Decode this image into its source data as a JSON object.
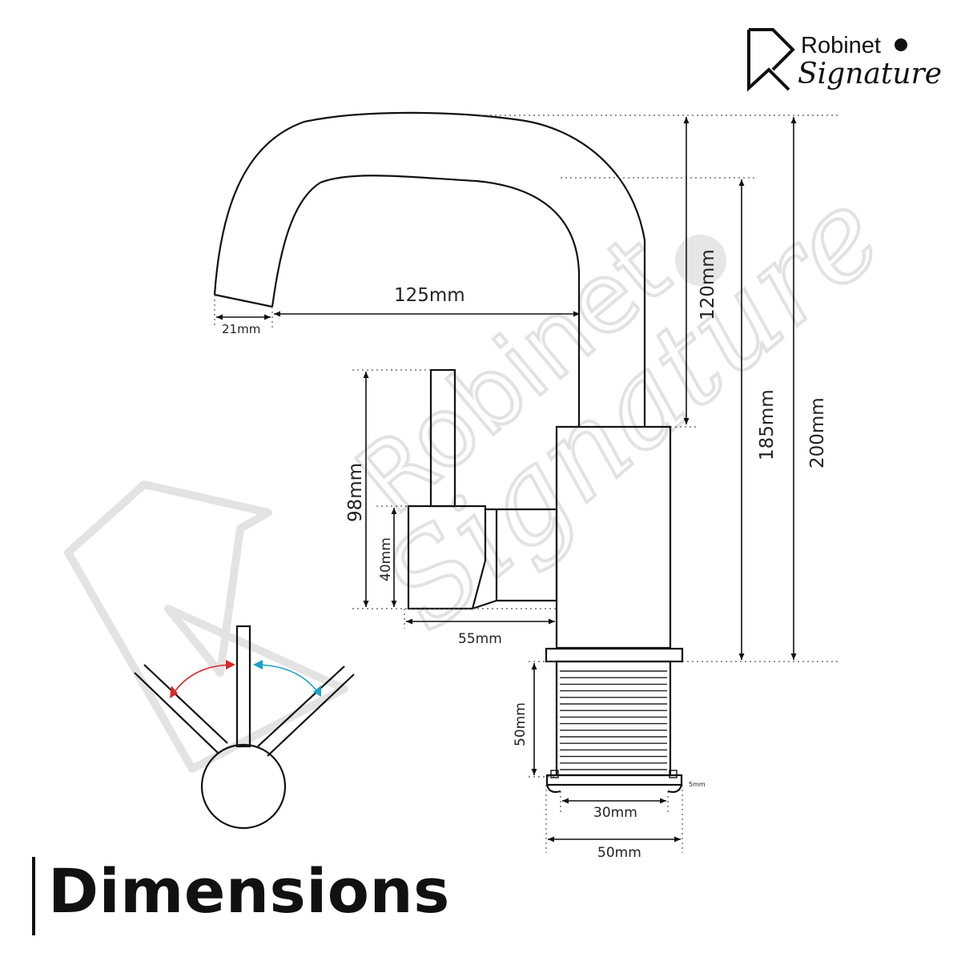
{
  "page": {
    "title": "Dimensions"
  },
  "logo": {
    "line1": "Robinet",
    "line2": "Signature"
  },
  "watermark": {
    "line1": "Robinet",
    "line2": "Signature"
  },
  "dimensions": {
    "spout_width": "21mm",
    "reach": "125mm",
    "spout_height": "120mm",
    "body_height": "185mm",
    "total_height": "200mm",
    "lever_height": "98mm",
    "lever_base": "40mm",
    "lever_depth": "55mm",
    "base_height": "50mm",
    "foot_height": "5mm",
    "thread_diameter": "30mm",
    "base_width": "50mm"
  },
  "colors": {
    "hot_arrow": "#d9262b",
    "cold_arrow": "#1ba1c9",
    "line": "#111111"
  }
}
